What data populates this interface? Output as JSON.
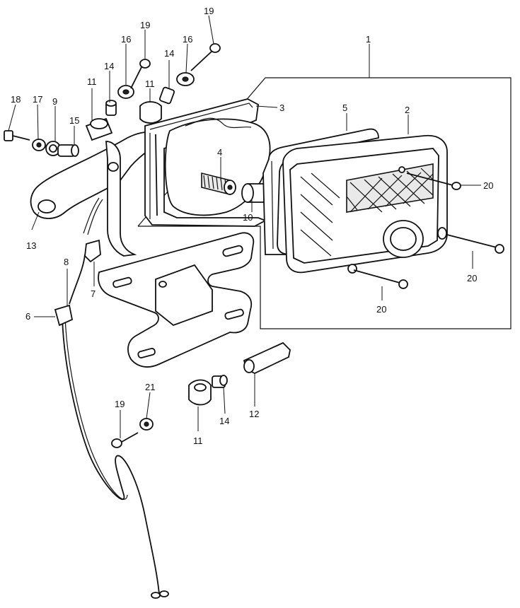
{
  "callouts": [
    {
      "id": "c1",
      "text": "1"
    },
    {
      "id": "c2",
      "text": "2"
    },
    {
      "id": "c3",
      "text": "3"
    },
    {
      "id": "c4",
      "text": "4"
    },
    {
      "id": "c5",
      "text": "5"
    },
    {
      "id": "c6",
      "text": "6"
    },
    {
      "id": "c7",
      "text": "7"
    },
    {
      "id": "c8",
      "text": "8"
    },
    {
      "id": "c9",
      "text": "9"
    },
    {
      "id": "c10",
      "text": "10"
    },
    {
      "id": "c11a",
      "text": "11"
    },
    {
      "id": "c11b",
      "text": "11"
    },
    {
      "id": "c11c",
      "text": "11"
    },
    {
      "id": "c12",
      "text": "12"
    },
    {
      "id": "c13",
      "text": "13"
    },
    {
      "id": "c14a",
      "text": "14"
    },
    {
      "id": "c14b",
      "text": "14"
    },
    {
      "id": "c14c",
      "text": "14"
    },
    {
      "id": "c15",
      "text": "15"
    },
    {
      "id": "c16a",
      "text": "16"
    },
    {
      "id": "c16b",
      "text": "16"
    },
    {
      "id": "c17",
      "text": "17"
    },
    {
      "id": "c18",
      "text": "18"
    },
    {
      "id": "c19a",
      "text": "19"
    },
    {
      "id": "c19b",
      "text": "19"
    },
    {
      "id": "c19c",
      "text": "19"
    },
    {
      "id": "c20a",
      "text": "20"
    },
    {
      "id": "c20b",
      "text": "20"
    },
    {
      "id": "c20c",
      "text": "20"
    },
    {
      "id": "c21",
      "text": "21"
    }
  ]
}
